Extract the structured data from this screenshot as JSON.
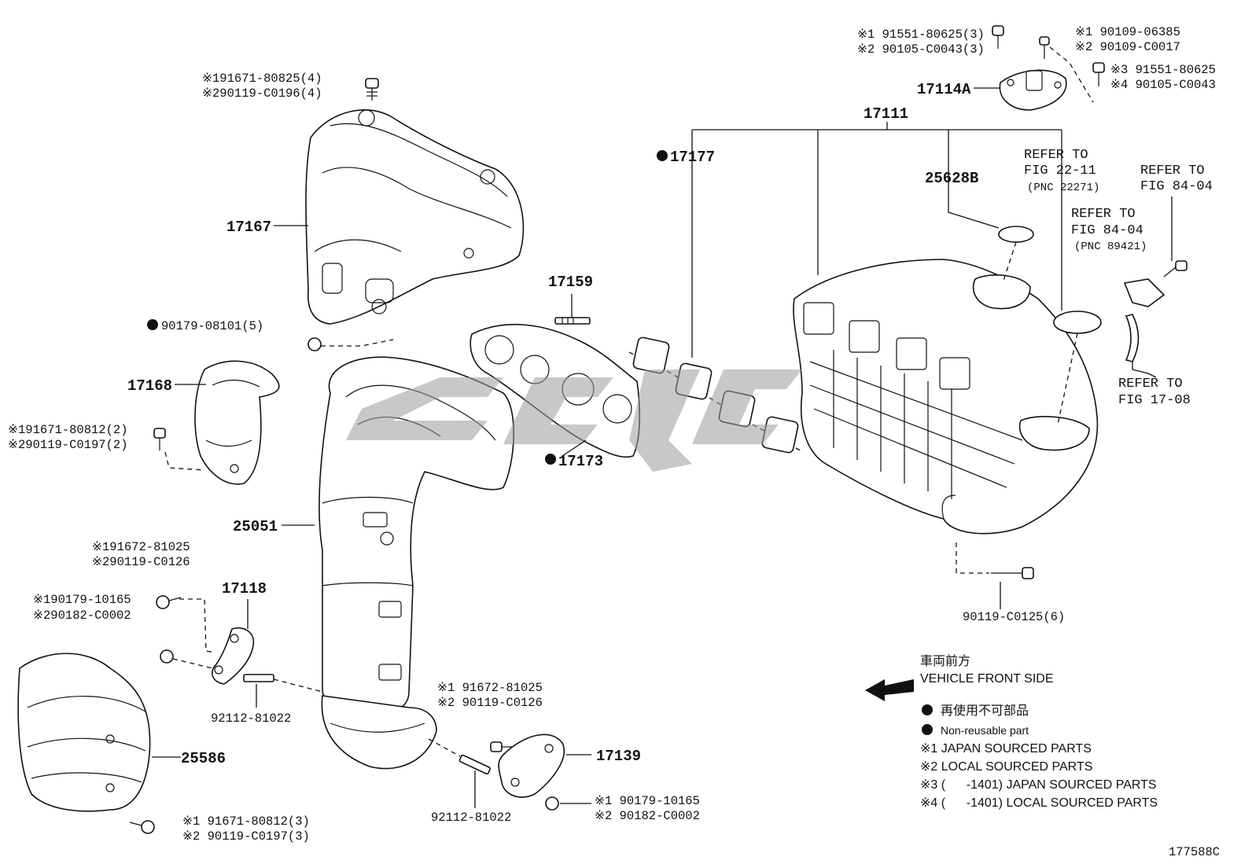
{
  "diagram_id": "177588C",
  "labels": {
    "p17167": "17167",
    "p17168": "17168",
    "p25051": "25051",
    "p25586": "25586",
    "p17118": "17118",
    "p17159": "17159",
    "p17173": "17173",
    "p17177": "17177",
    "p17111": "17111",
    "p17114A": "17114A",
    "p25628B": "25628B",
    "p17139": "17139",
    "p92112a": "92112-81022",
    "p92112b": "92112-81022",
    "p90119": "90119-C0125(6)",
    "p90179": "90179-08101(5)"
  },
  "callouts": {
    "top_bolt_1": "※191671-80825(4)",
    "top_bolt_2": "※290119-C0196(4)",
    "side_bolt_1": "※191671-80812(2)",
    "side_bolt_2": "※290119-C0197(2)",
    "brk_bolt_1": "※191672-81025",
    "brk_bolt_2": "※290119-C0126",
    "brk_nut_1": "※190179-10165",
    "brk_nut_2": "※290182-C0002",
    "mid_bolt_1": "※1 91672-81025",
    "mid_bolt_2": "※2 90119-C0126",
    "low_nut_1": "※1 90179-10165",
    "low_nut_2": "※2 90182-C0002",
    "bot_bolt_1": "※1 91671-80812(3)",
    "bot_bolt_2": "※2 90119-C0197(3)",
    "tr_bolt_1": "※1 91551-80625(3)",
    "tr_bolt_2": "※2 90105-C0043(3)",
    "tr_bolt_3": "※1 90109-06385",
    "tr_bolt_4": "※2 90109-C0017",
    "tr_bolt_5": "※3 91551-80625",
    "tr_bolt_6": "※4 90105-C0043"
  },
  "refs": {
    "r1_a": "REFER TO",
    "r1_b": "FIG 22-11",
    "r1_c": "(PNC 22271)",
    "r2_a": "REFER TO",
    "r2_b": "FIG 84-04",
    "r3_a": "REFER TO",
    "r3_b": "FIG 84-04",
    "r3_c": "(PNC 89421)",
    "r4_a": "REFER TO",
    "r4_b": "FIG 17-08"
  },
  "legend": {
    "front_jp": "車両前方",
    "front_en": "VEHICLE FRONT SIDE",
    "nonreuse_jp": "再使用不可部品",
    "nonreuse_en": "Non-reusable part",
    "n1": "※1 JAPAN SOURCED PARTS",
    "n2": "※2 LOCAL SOURCED PARTS",
    "n3": "※3 (      -1401) JAPAN SOURCED PARTS",
    "n4": "※4 (      -1401) LOCAL SOURCED PARTS"
  }
}
